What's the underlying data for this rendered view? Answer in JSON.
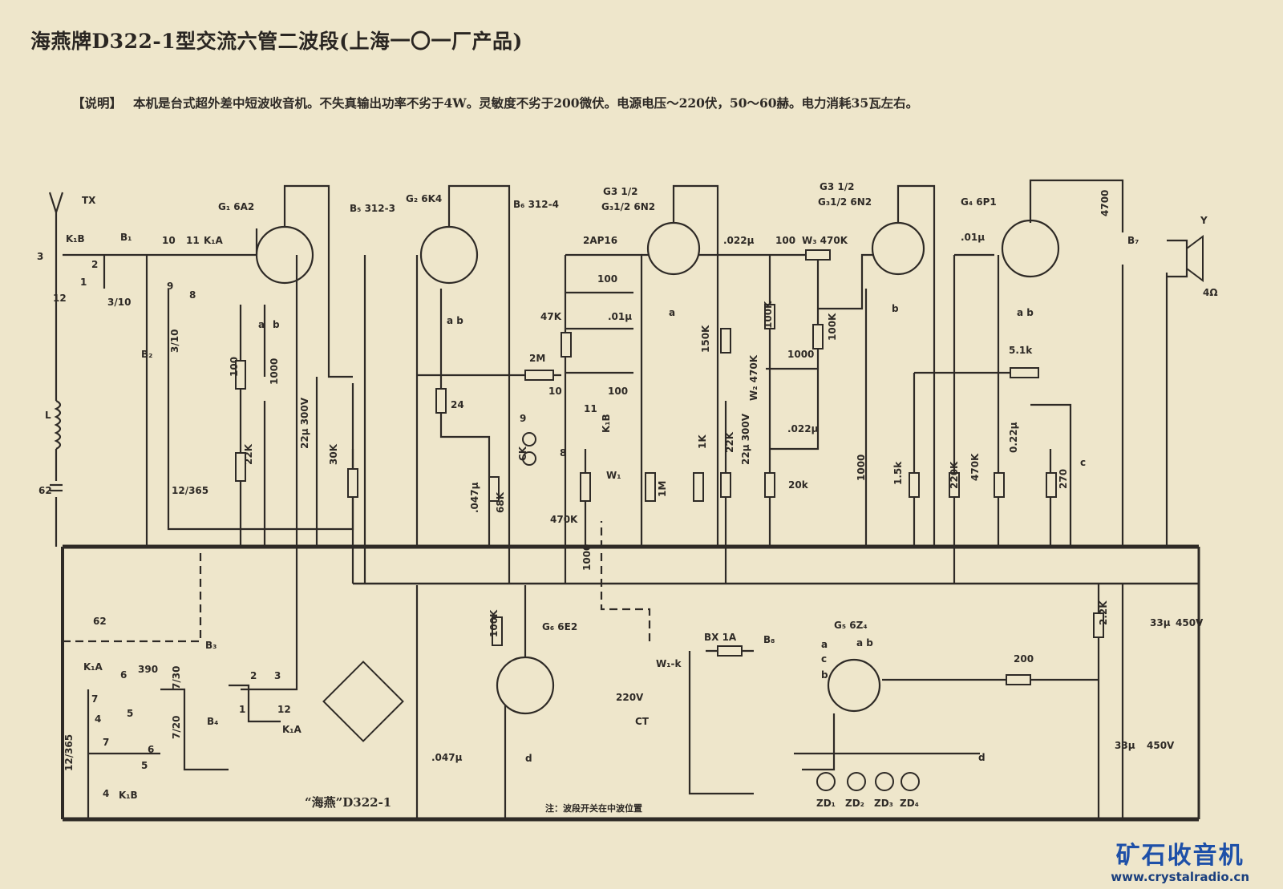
{
  "title": "海燕牌D322-1型交流六管二波段(上海一〇一厂产品)",
  "description": {
    "tag": "【说明】",
    "text": "本机是台式超外差中短波收音机。不失真输出功率不劣于4W。灵敏度不劣于200微伏。电源电压～220伏，50～60赫。电力消耗35瓦左右。"
  },
  "model_label": "“海燕”D322-1",
  "note": "注：波段开关在中波位置",
  "watermark": {
    "name": "矿石收音机",
    "url": "www.crystalradio.cn"
  },
  "colors": {
    "paper": "#eee6cb",
    "ink": "#2e2a26",
    "watermark": "#1e50a8"
  },
  "tubes": [
    {
      "ref": "G1",
      "type": "6A2"
    },
    {
      "ref": "G2",
      "type": "6K4"
    },
    {
      "ref": "G3 1/2",
      "type": "6N2"
    },
    {
      "ref": "G3 1/2",
      "type": "6N2"
    },
    {
      "ref": "G4",
      "type": "6P1"
    },
    {
      "ref": "G5",
      "type": "6Z4"
    },
    {
      "ref": "G6",
      "type": "6E2"
    }
  ],
  "labels": [
    "TX",
    "B₁",
    "K₁B",
    "3",
    "2",
    "1",
    "12",
    "10",
    "11",
    "K₁A",
    "9",
    "8",
    "3/10",
    "B₂",
    "3/10",
    "L",
    "62",
    "G₁ 6A2",
    "a",
    "b",
    "100",
    "1000",
    "22K",
    "12/365",
    "22μ 300V",
    "30K",
    "B₅ 312-3",
    "G₂ 6K4",
    "B₆ 312-4",
    "a  b",
    "24",
    ".047μ",
    "68K",
    "G₃1/2 6N2",
    "2AP16",
    "100",
    "47K",
    ".01μ",
    "2M",
    "10",
    "100",
    "9",
    "11",
    "CK",
    "8",
    "K₁B",
    "W₁",
    "470K",
    "1000",
    "a",
    "1M",
    "150K",
    "1K",
    "22K",
    ".022μ",
    "100",
    "W₃ 470K",
    "100K",
    "1000",
    "100K",
    "W₂ 470K",
    ".022μ",
    "22μ 300V",
    "20k",
    "1000",
    "G₃1/2 6N2",
    "b",
    ".01μ",
    "G₄ 6P1",
    "a  b",
    "5.1k",
    "1.5k",
    "220K",
    "470K",
    "0.22μ",
    "270",
    "c",
    "4700",
    "B₇",
    "Y",
    "4Ω",
    "33μ",
    "450V",
    "2.2K",
    "200",
    "33μ",
    "450V",
    "G₅ 6Z₄",
    "a  b",
    "B₈",
    "a",
    "c",
    "b",
    "BX 1A",
    "W₁-k",
    "220V",
    "CT",
    "G₆ 6E2",
    "100K",
    "d",
    ".047μ",
    "d",
    "ZD₁",
    "ZD₂",
    "ZD₃",
    "ZD₄",
    "K₁A",
    "6",
    "390",
    "7",
    "5",
    "4",
    "B₃",
    "7/30",
    "B₄",
    "7/20",
    "2",
    "3",
    "1",
    "12",
    "K₁A",
    "7",
    "6",
    "5",
    "4",
    "K₁B",
    "12/365",
    "62"
  ]
}
